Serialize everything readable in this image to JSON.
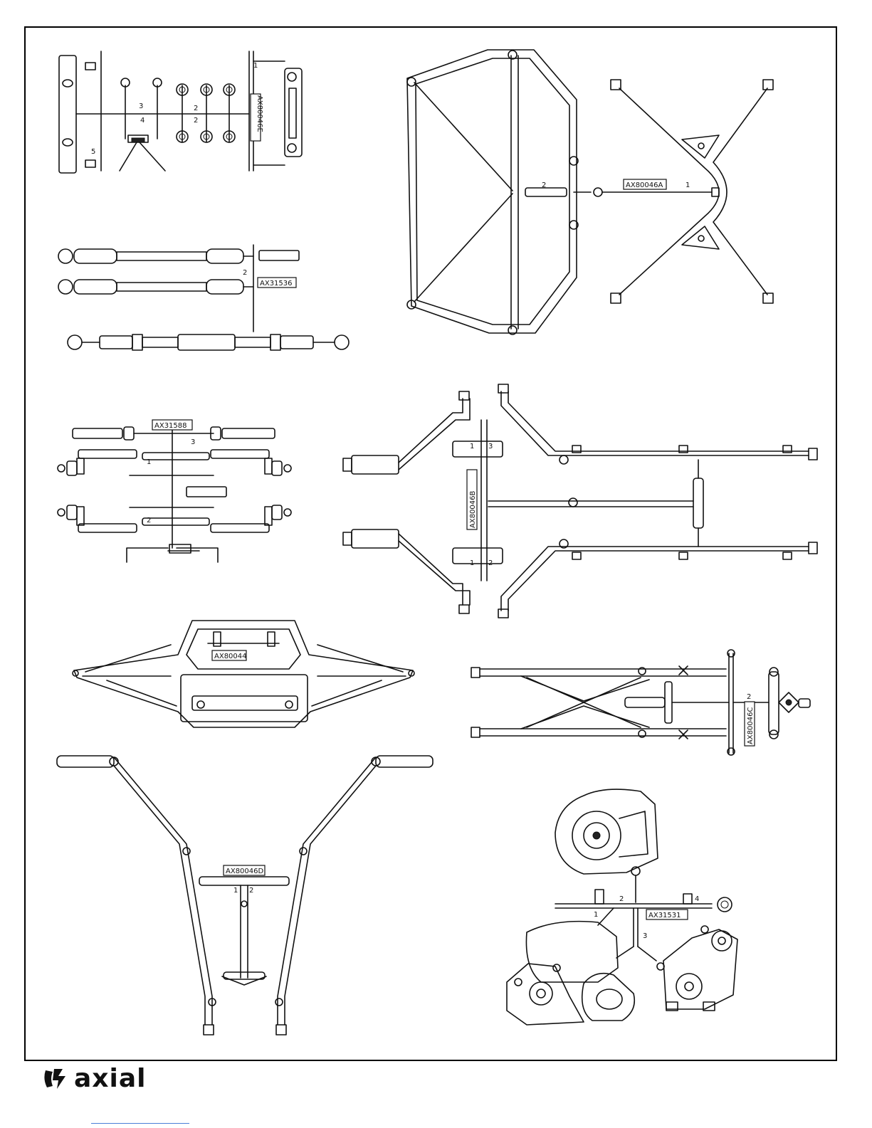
{
  "sheet": {
    "title": "",
    "parts": [
      {
        "id": "AX80046E",
        "numbers": [
          "1",
          "2",
          "2",
          "3",
          "4",
          "5"
        ]
      },
      {
        "id": "AX31536",
        "numbers": [
          "2"
        ]
      },
      {
        "id": "AX80046A",
        "numbers": [
          "1",
          "2"
        ]
      },
      {
        "id": "AX31588",
        "numbers": [
          "1",
          "2",
          "3"
        ]
      },
      {
        "id": "AX80046B",
        "numbers": [
          "1",
          "2",
          "3",
          "1"
        ]
      },
      {
        "id": "AX80044",
        "numbers": []
      },
      {
        "id": "AX80046C",
        "numbers": [
          "2"
        ]
      },
      {
        "id": "AX80046D",
        "numbers": [
          "1",
          "2"
        ]
      },
      {
        "id": "AX31531",
        "numbers": [
          "1",
          "2",
          "3",
          "4"
        ]
      }
    ]
  },
  "footer": {
    "brand": "axial",
    "logo_icon": "axial-logo-icon"
  }
}
